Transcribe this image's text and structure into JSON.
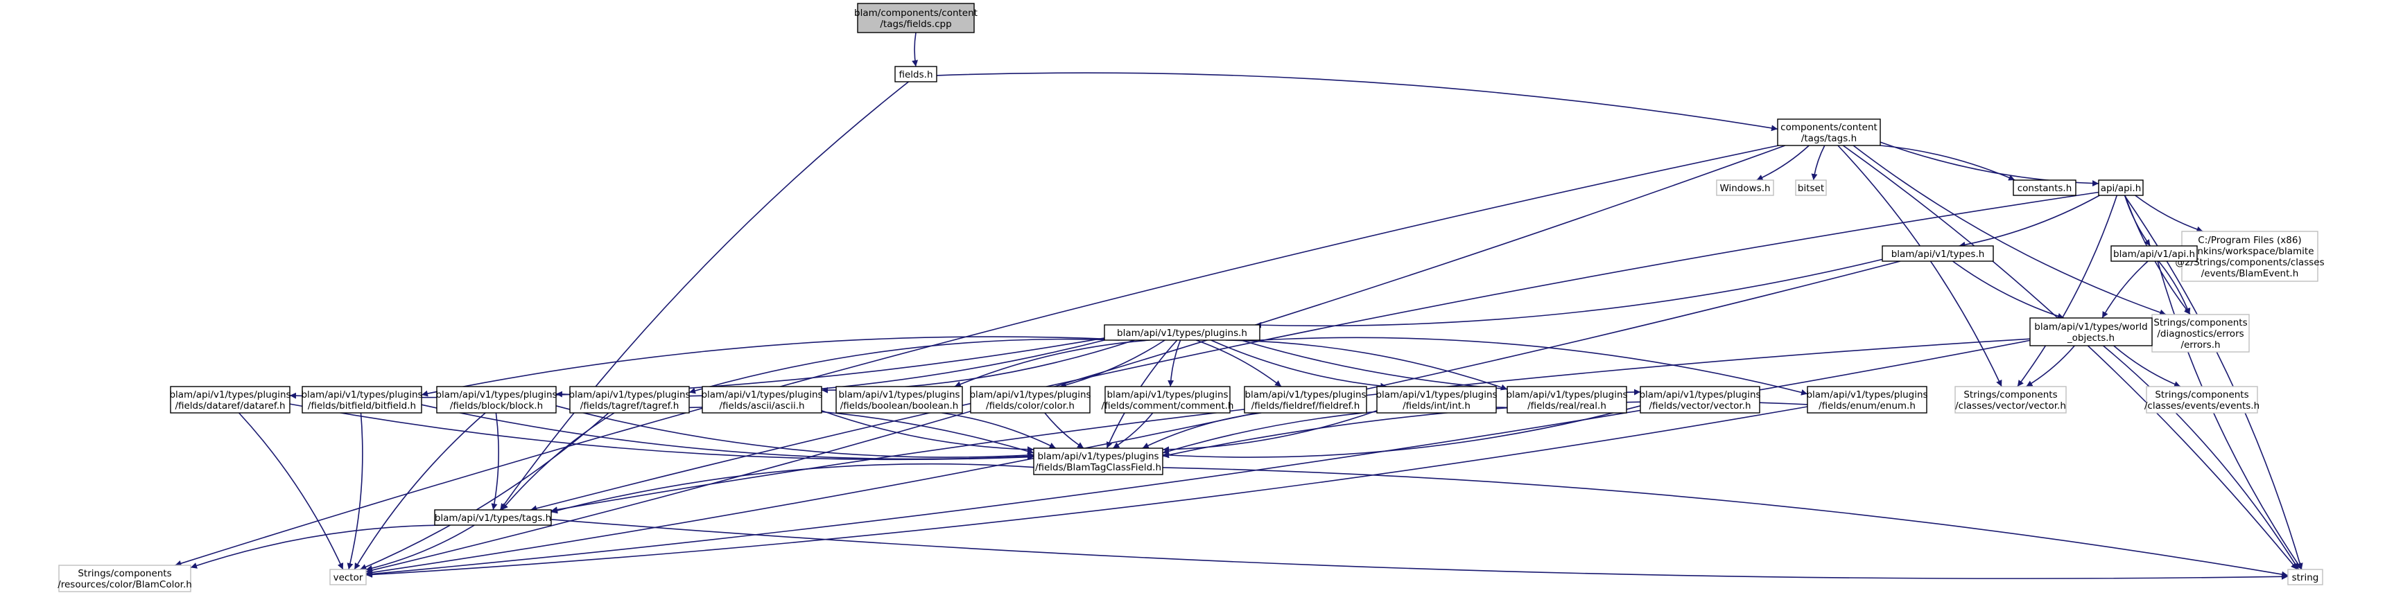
{
  "diagram": {
    "nodes": [
      {
        "id": "root",
        "kind": "root",
        "lines": [
          "blam/components/content",
          "/tags/fields.cpp"
        ]
      },
      {
        "id": "fields_h",
        "kind": "normal",
        "lines": [
          "fields.h"
        ]
      },
      {
        "id": "tags_h",
        "kind": "normal",
        "lines": [
          "components/content",
          "/tags/tags.h"
        ]
      },
      {
        "id": "windows_h",
        "kind": "external",
        "lines": [
          "Windows.h"
        ]
      },
      {
        "id": "bitset",
        "kind": "external",
        "lines": [
          "bitset"
        ]
      },
      {
        "id": "constants_h",
        "kind": "normal",
        "lines": [
          "constants.h"
        ]
      },
      {
        "id": "api_h",
        "kind": "normal",
        "lines": [
          "api/api.h"
        ]
      },
      {
        "id": "blamevent",
        "kind": "external",
        "lines": [
          "C:/Program Files (x86)",
          "/Jenkins/workspace/blamite",
          "@2/Strings/components/classes",
          "/events/BlamEvent.h"
        ]
      },
      {
        "id": "types_h",
        "kind": "normal",
        "lines": [
          "blam/api/v1/types.h"
        ]
      },
      {
        "id": "v1api_h",
        "kind": "normal",
        "lines": [
          "blam/api/v1/api.h"
        ]
      },
      {
        "id": "errors_h",
        "kind": "external",
        "lines": [
          "Strings/components",
          "/diagnostics/errors",
          "/errors.h"
        ]
      },
      {
        "id": "plugins_h",
        "kind": "normal",
        "lines": [
          "blam/api/v1/types/plugins.h"
        ]
      },
      {
        "id": "world_h",
        "kind": "normal",
        "lines": [
          "blam/api/v1/types/world",
          "_objects.h"
        ]
      },
      {
        "id": "datarefp",
        "kind": "normal",
        "lines": [
          "blam/api/v1/types/plugins",
          "/fields/dataref/dataref.h"
        ]
      },
      {
        "id": "bitfieldp",
        "kind": "normal",
        "lines": [
          "blam/api/v1/types/plugins",
          "/fields/bitfield/bitfield.h"
        ]
      },
      {
        "id": "blockp",
        "kind": "normal",
        "lines": [
          "blam/api/v1/types/plugins",
          "/fields/block/block.h"
        ]
      },
      {
        "id": "tagrefp",
        "kind": "normal",
        "lines": [
          "blam/api/v1/types/plugins",
          "/fields/tagref/tagref.h"
        ]
      },
      {
        "id": "asciip",
        "kind": "normal",
        "lines": [
          "blam/api/v1/types/plugins",
          "/fields/ascii/ascii.h"
        ]
      },
      {
        "id": "booleanp",
        "kind": "normal",
        "lines": [
          "blam/api/v1/types/plugins",
          "/fields/boolean/boolean.h"
        ]
      },
      {
        "id": "colorp",
        "kind": "normal",
        "lines": [
          "blam/api/v1/types/plugins",
          "/fields/color/color.h"
        ]
      },
      {
        "id": "commentp",
        "kind": "normal",
        "lines": [
          "blam/api/v1/types/plugins",
          "/fields/comment/comment.h"
        ]
      },
      {
        "id": "fieldrefp",
        "kind": "normal",
        "lines": [
          "blam/api/v1/types/plugins",
          "/fields/fieldref/fieldref.h"
        ]
      },
      {
        "id": "intp",
        "kind": "normal",
        "lines": [
          "blam/api/v1/types/plugins",
          "/fields/int/int.h"
        ]
      },
      {
        "id": "realp",
        "kind": "normal",
        "lines": [
          "blam/api/v1/types/plugins",
          "/fields/real/real.h"
        ]
      },
      {
        "id": "vectorp",
        "kind": "normal",
        "lines": [
          "blam/api/v1/types/plugins",
          "/fields/vector/vector.h"
        ]
      },
      {
        "id": "enump",
        "kind": "normal",
        "lines": [
          "blam/api/v1/types/plugins",
          "/fields/enum/enum.h"
        ]
      },
      {
        "id": "vectorh",
        "kind": "external",
        "lines": [
          "Strings/components",
          "/classes/vector/vector.h"
        ]
      },
      {
        "id": "eventsh",
        "kind": "external",
        "lines": [
          "Strings/components",
          "/classes/events/events.h"
        ]
      },
      {
        "id": "classfield",
        "kind": "normal",
        "lines": [
          "blam/api/v1/types/plugins",
          "/fields/BlamTagClassField.h"
        ]
      },
      {
        "id": "typestags",
        "kind": "normal",
        "lines": [
          "blam/api/v1/types/tags.h"
        ]
      },
      {
        "id": "blamcolor",
        "kind": "external",
        "lines": [
          "Strings/components",
          "/resources/color/BlamColor.h"
        ]
      },
      {
        "id": "vector",
        "kind": "external",
        "lines": [
          "vector"
        ]
      },
      {
        "id": "string",
        "kind": "external",
        "lines": [
          "string"
        ]
      }
    ],
    "edges": [
      [
        "root",
        "fields_h"
      ],
      [
        "fields_h",
        "tags_h"
      ],
      [
        "fields_h",
        "typestags"
      ],
      [
        "tags_h",
        "windows_h"
      ],
      [
        "tags_h",
        "bitset"
      ],
      [
        "tags_h",
        "constants_h"
      ],
      [
        "tags_h",
        "api_h"
      ],
      [
        "tags_h",
        "vectorh"
      ],
      [
        "tags_h",
        "errors_h"
      ],
      [
        "tags_h",
        "string"
      ],
      [
        "tags_h",
        "blamcolor"
      ],
      [
        "tags_h",
        "vector"
      ],
      [
        "api_h",
        "blamevent"
      ],
      [
        "api_h",
        "types_h"
      ],
      [
        "api_h",
        "v1api_h"
      ],
      [
        "api_h",
        "vectorh"
      ],
      [
        "api_h",
        "errors_h"
      ],
      [
        "api_h",
        "string"
      ],
      [
        "api_h",
        "typestags"
      ],
      [
        "types_h",
        "plugins_h"
      ],
      [
        "types_h",
        "world_h"
      ],
      [
        "types_h",
        "vector"
      ],
      [
        "v1api_h",
        "world_h"
      ],
      [
        "v1api_h",
        "errors_h"
      ],
      [
        "v1api_h",
        "string"
      ],
      [
        "plugins_h",
        "datarefp"
      ],
      [
        "plugins_h",
        "bitfieldp"
      ],
      [
        "plugins_h",
        "blockp"
      ],
      [
        "plugins_h",
        "tagrefp"
      ],
      [
        "plugins_h",
        "asciip"
      ],
      [
        "plugins_h",
        "booleanp"
      ],
      [
        "plugins_h",
        "colorp"
      ],
      [
        "plugins_h",
        "commentp"
      ],
      [
        "plugins_h",
        "fieldrefp"
      ],
      [
        "plugins_h",
        "intp"
      ],
      [
        "plugins_h",
        "realp"
      ],
      [
        "plugins_h",
        "vectorp"
      ],
      [
        "plugins_h",
        "enump"
      ],
      [
        "plugins_h",
        "classfield"
      ],
      [
        "world_h",
        "vectorh"
      ],
      [
        "world_h",
        "eventsh"
      ],
      [
        "world_h",
        "string"
      ],
      [
        "world_h",
        "typestags"
      ],
      [
        "world_h",
        "vector"
      ],
      [
        "datarefp",
        "classfield"
      ],
      [
        "datarefp",
        "vector"
      ],
      [
        "bitfieldp",
        "classfield"
      ],
      [
        "bitfieldp",
        "vector"
      ],
      [
        "blockp",
        "classfield"
      ],
      [
        "blockp",
        "typestags"
      ],
      [
        "blockp",
        "vector"
      ],
      [
        "tagrefp",
        "classfield"
      ],
      [
        "tagrefp",
        "typestags"
      ],
      [
        "tagrefp",
        "vector"
      ],
      [
        "asciip",
        "classfield"
      ],
      [
        "booleanp",
        "classfield"
      ],
      [
        "colorp",
        "classfield"
      ],
      [
        "commentp",
        "classfield"
      ],
      [
        "fieldrefp",
        "classfield"
      ],
      [
        "intp",
        "classfield"
      ],
      [
        "realp",
        "classfield"
      ],
      [
        "vectorp",
        "classfield"
      ],
      [
        "enump",
        "classfield"
      ],
      [
        "enump",
        "vector"
      ],
      [
        "classfield",
        "typestags"
      ],
      [
        "classfield",
        "string"
      ],
      [
        "typestags",
        "blamcolor"
      ],
      [
        "typestags",
        "vector"
      ],
      [
        "typestags",
        "string"
      ]
    ]
  },
  "colors": {
    "root_fill": "#bfbfbf",
    "node_fill": "#ffffff",
    "node_stroke": "#000000",
    "external_stroke": "#bfbfbf",
    "edge": "#191970"
  }
}
